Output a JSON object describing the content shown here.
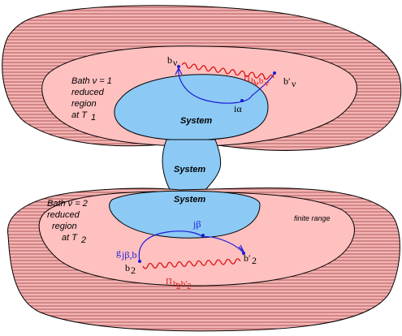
{
  "colors": {
    "bath_stripe": "#c46a6a",
    "bath_fill": "#f4b4b4",
    "reduced_region": "#ffc0c0",
    "system": "#8ccaf5",
    "blue_path": "#1a1ad8",
    "red_wiggle": "#dd1111"
  },
  "bath1": {
    "title_line1": "Bath ν = 1",
    "title_line2": "reduced",
    "title_line3": "region",
    "title_line4": "at T",
    "title_sub": "1",
    "system": "System",
    "label_b": "b",
    "label_b_sub": "ν",
    "label_bprime": "b′",
    "label_bprime_sub": "ν",
    "label_ialpha": "iα",
    "label_pi": "Π",
    "label_pi_sub": "b",
    "label_pi_sub2": "ν",
    "label_pi_sub3": ",b′",
    "label_pi_sub4": "ν"
  },
  "connector": {
    "system": "System"
  },
  "bath2": {
    "title_line1": "Bath ν = 2",
    "title_line2": "reduced",
    "title_line3": "region",
    "title_line4": "at T",
    "title_sub": "2",
    "system": "System",
    "finite_range": "finite range",
    "label_jbeta": "jβ",
    "label_g": "g",
    "label_g_sub": "jβ,b",
    "label_b2": "b",
    "label_b2_sub": "2",
    "label_b2prime": "b′",
    "label_b2prime_sub": "2",
    "label_pi": "Π",
    "label_pi_sub": "b",
    "label_pi_sub2": "2",
    "label_pi_sub3": ",b′",
    "label_pi_sub4": "2"
  }
}
